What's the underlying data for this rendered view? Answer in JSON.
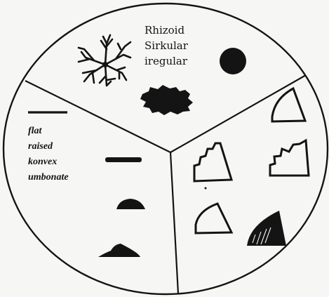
{
  "top_sector": {
    "labels": [
      "Rhizoid",
      "Sirkular",
      "iregular"
    ]
  },
  "left_sector": {
    "labels": [
      "flat",
      "raised",
      "konvex",
      "umbonate"
    ]
  },
  "colors": {
    "ink": "#141414",
    "paper": "#f6f6f4"
  }
}
